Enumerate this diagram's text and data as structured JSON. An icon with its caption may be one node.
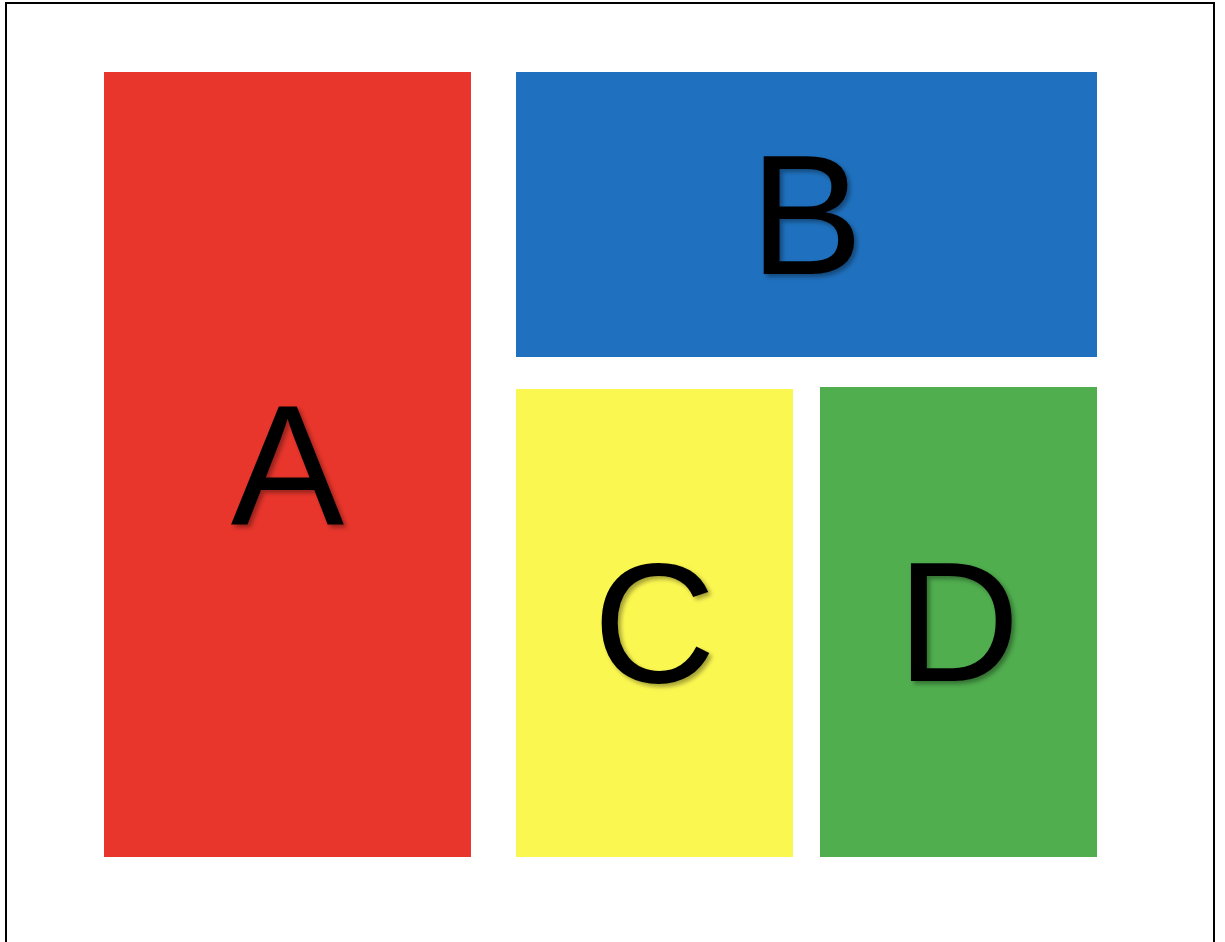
{
  "diagram": {
    "nodes": [
      {
        "text": [
          "A"
        ]
      },
      {
        "text": [
          "B"
        ]
      },
      {
        "text": [
          "C"
        ]
      },
      {
        "text": [
          "D"
        ]
      }
    ]
  }
}
